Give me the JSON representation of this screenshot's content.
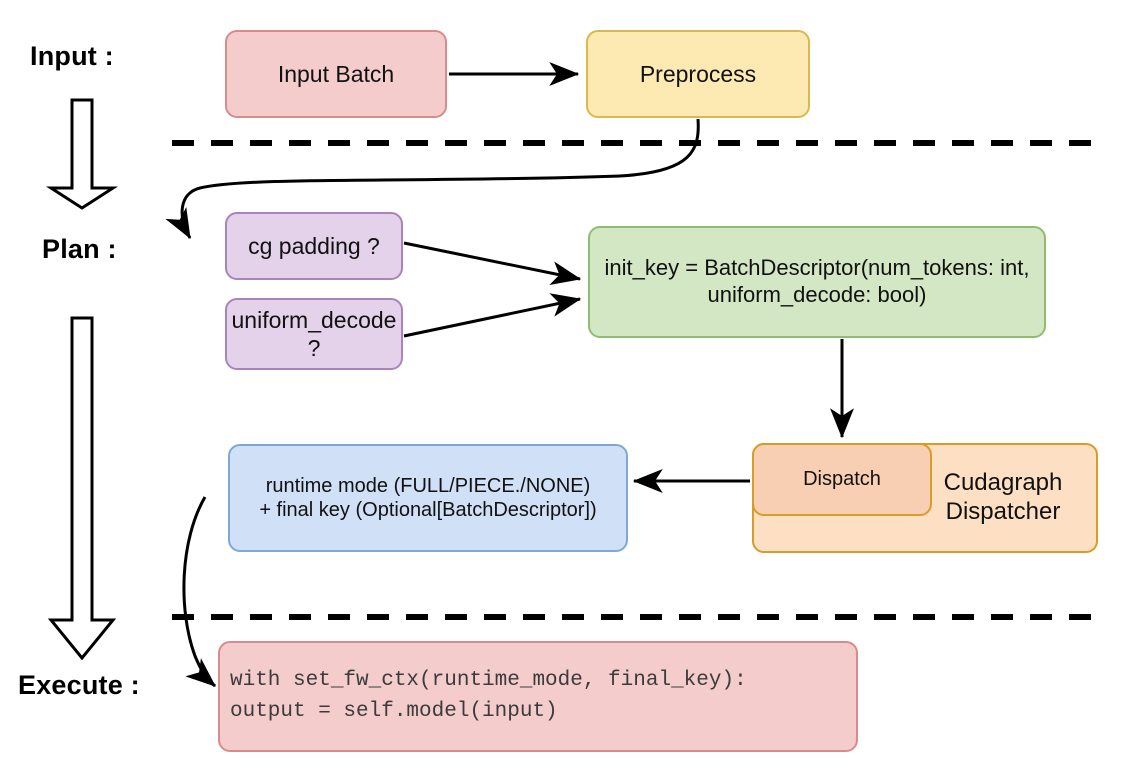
{
  "diagram": {
    "title_stages": [
      {
        "id": "input",
        "label": "Input :"
      },
      {
        "id": "plan",
        "label": "Plan :"
      },
      {
        "id": "execute",
        "label": "Execute :"
      }
    ],
    "nodes": {
      "input_batch": {
        "label": "Input Batch",
        "fill": "#f5cccc",
        "stroke": "#d98b8b"
      },
      "preprocess": {
        "label": "Preprocess",
        "fill": "#fdeab2",
        "stroke": "#d9b94f"
      },
      "cg_padding": {
        "label": "cg padding ?",
        "fill": "#e3d2e9",
        "stroke": "#a884bd"
      },
      "uniform_decode": {
        "label": "uniform_decode ?",
        "fill": "#e3d2e9",
        "stroke": "#a884bd"
      },
      "init_key": {
        "label": "init_key = BatchDescriptor(num_tokens: int,\nuniform_decode: bool)",
        "fill": "#d3e7c4",
        "stroke": "#8fbd6f"
      },
      "cudagraph_dispatcher": {
        "label": "Cudagraph\nDispatcher",
        "fill": "#fde0c4",
        "stroke": "#d99b29"
      },
      "dispatch": {
        "label": "Dispatch",
        "fill": "#f9cfb3",
        "stroke": "#d99b29"
      },
      "runtime_mode": {
        "label": "runtime mode (FULL/PIECE./NONE)\n+ final key (Optional[BatchDescriptor])",
        "fill": "#cfe0f7",
        "stroke": "#7fa8d8"
      },
      "execute_code": {
        "label": "with set_fw_ctx(runtime_mode, final_key):\n    output = self.model(input)",
        "fill": "#f5cccc",
        "stroke": "#d98b8b"
      }
    },
    "separators": [
      {
        "id": "input-plan-divider",
        "style": "dashed"
      },
      {
        "id": "plan-execute-divider",
        "style": "dashed"
      }
    ],
    "flow_arrows": [
      {
        "id": "input-batch-to-preprocess",
        "from": "input_batch",
        "to": "preprocess"
      },
      {
        "id": "preprocess-to-cg-padding",
        "from": "preprocess",
        "to": "cg_padding"
      },
      {
        "id": "cg-padding-to-init-key",
        "from": "cg_padding",
        "to": "init_key"
      },
      {
        "id": "uniform-decode-to-init-key",
        "from": "uniform_decode",
        "to": "init_key"
      },
      {
        "id": "init-key-to-dispatch",
        "from": "init_key",
        "to": "dispatch"
      },
      {
        "id": "dispatch-to-runtime-mode",
        "from": "dispatch",
        "to": "runtime_mode"
      },
      {
        "id": "runtime-mode-to-execute-code",
        "from": "runtime_mode",
        "to": "execute_code"
      }
    ],
    "stage_arrows": [
      {
        "id": "input-to-plan-big-arrow"
      },
      {
        "id": "plan-to-execute-big-arrow"
      }
    ],
    "colors": {
      "line": "#000000",
      "background": "#ffffff",
      "code_text": "#3b3b3b"
    }
  }
}
